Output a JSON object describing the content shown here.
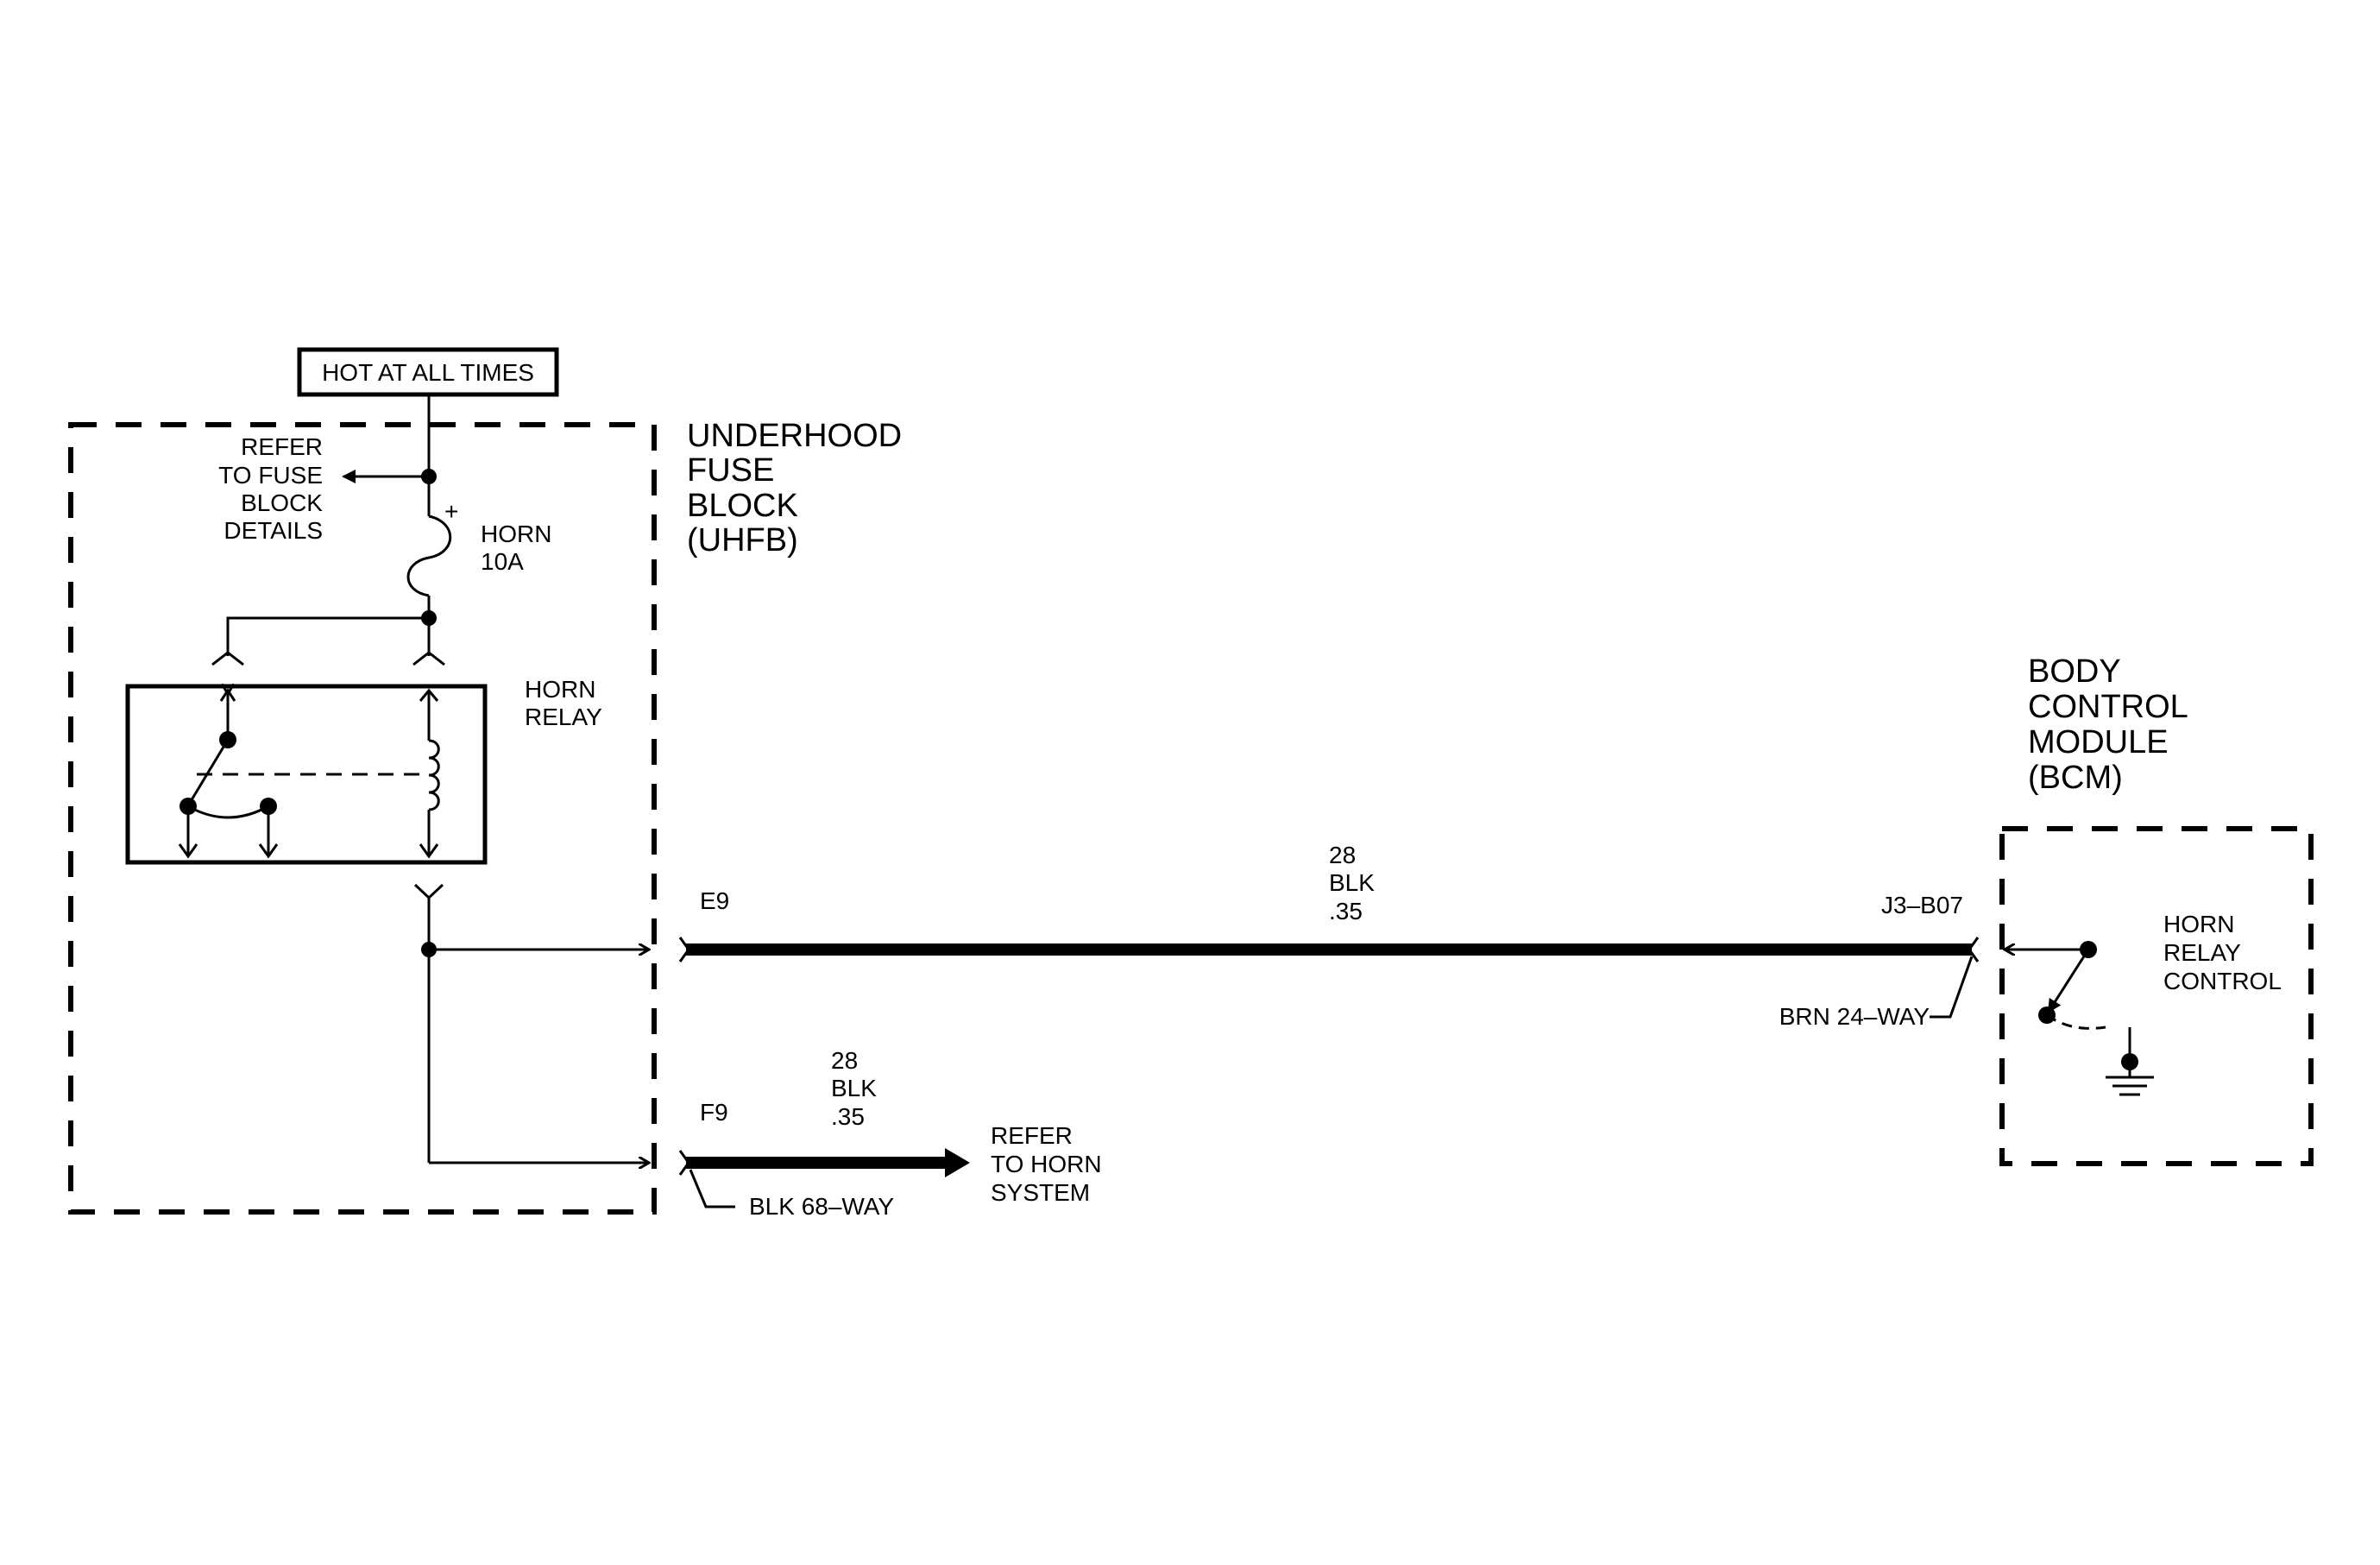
{
  "power_box": {
    "label": "HOT AT ALL TIMES"
  },
  "uhfb": {
    "title": [
      "UNDERHOOD",
      "FUSE",
      "BLOCK",
      "(UHFB)"
    ]
  },
  "refer_fuse": {
    "lines": [
      "REFER",
      "TO FUSE",
      "BLOCK",
      "DETAILS"
    ]
  },
  "fuse": {
    "name": "HORN",
    "rating": "10A",
    "polarity": "+"
  },
  "relay": {
    "lines": [
      "HORN",
      "RELAY"
    ]
  },
  "wire_main": {
    "circuit": "28",
    "color": "BLK",
    "gauge": ".35",
    "pin_left": "E9",
    "pin_right": "J3–B07",
    "connector_right": "BRN 24–WAY"
  },
  "wire_f9": {
    "circuit": "28",
    "color": "BLK",
    "gauge": ".35",
    "pin": "F9",
    "connector": "BLK 68–WAY"
  },
  "refer_horn": {
    "lines": [
      "REFER",
      "TO HORN",
      "SYSTEM"
    ]
  },
  "bcm": {
    "title": [
      "BODY",
      "CONTROL",
      "MODULE",
      "(BCM)"
    ],
    "control": [
      "HORN",
      "RELAY",
      "CONTROL"
    ]
  }
}
